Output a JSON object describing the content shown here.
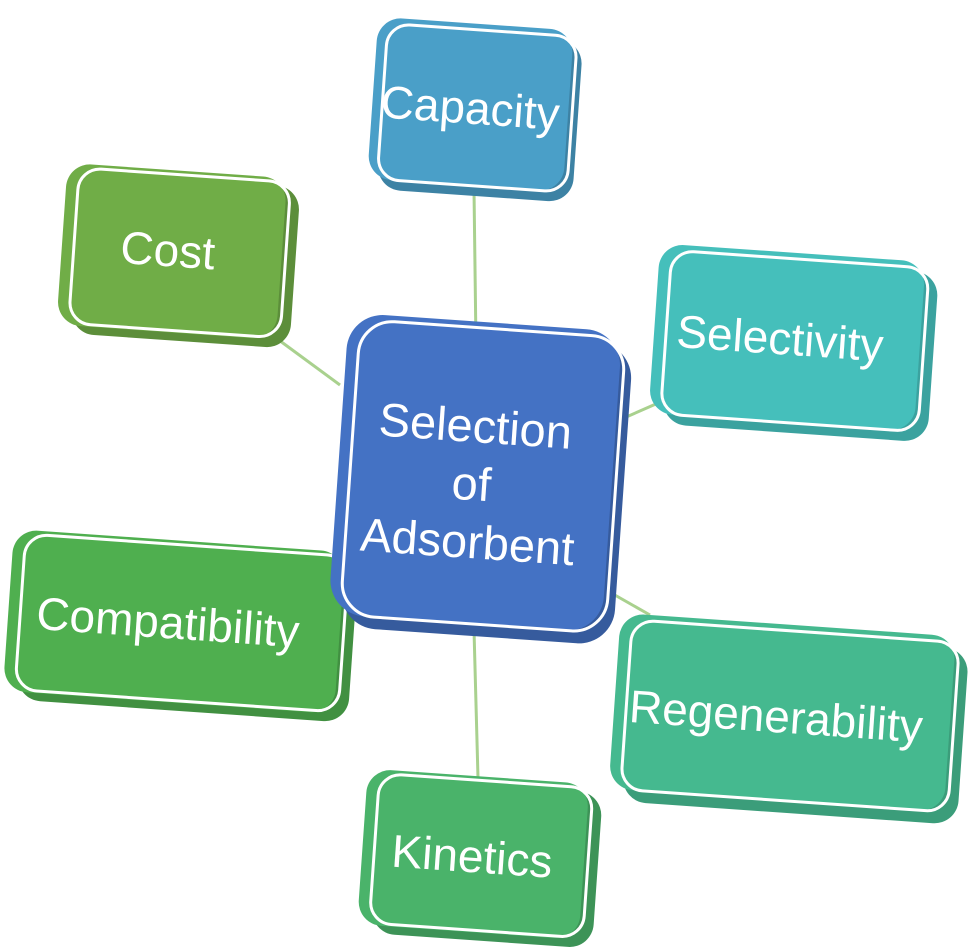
{
  "diagram": {
    "center": {
      "lines": [
        "Selection",
        "of",
        "Adsorbent"
      ],
      "color": "#4472c4"
    },
    "nodes": [
      {
        "id": "capacity",
        "label": "Capacity",
        "color": "#4a9fc8"
      },
      {
        "id": "selectivity",
        "label": "Selectivity",
        "color": "#45bfbb"
      },
      {
        "id": "regenerability",
        "label": "Regenerability",
        "color": "#45b98f"
      },
      {
        "id": "kinetics",
        "label": "Kinetics",
        "color": "#4ab36a"
      },
      {
        "id": "compatibility",
        "label": "Compatibility",
        "color": "#4faf4f"
      },
      {
        "id": "cost",
        "label": "Cost",
        "color": "#70ad47"
      }
    ],
    "connector_color": "#a9d18e"
  }
}
